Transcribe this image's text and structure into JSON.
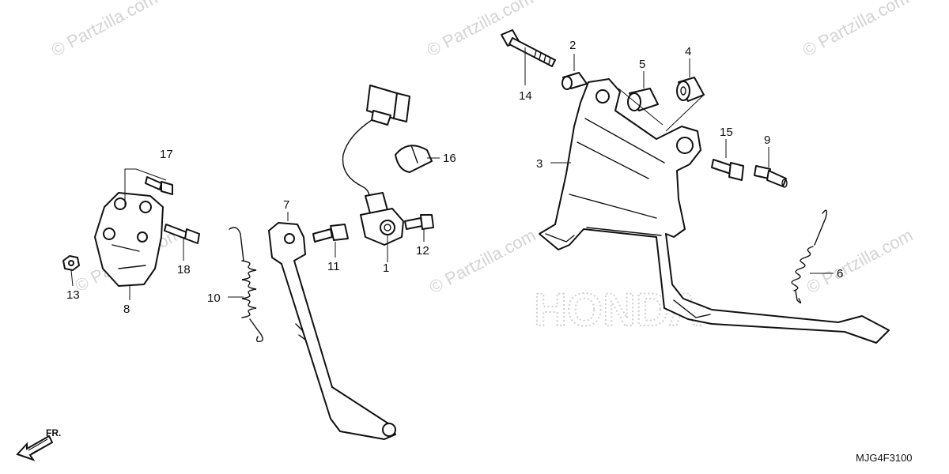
{
  "diagram_code": "MJG4F3100",
  "front_label": "FR.",
  "watermark": "© Partzilla.com",
  "brand_watermark": "HONDA",
  "callouts": [
    {
      "id": "c1",
      "label": "1"
    },
    {
      "id": "c2",
      "label": "2"
    },
    {
      "id": "c3",
      "label": "3"
    },
    {
      "id": "c4",
      "label": "4"
    },
    {
      "id": "c5",
      "label": "5"
    },
    {
      "id": "c6",
      "label": "6"
    },
    {
      "id": "c7",
      "label": "7"
    },
    {
      "id": "c8",
      "label": "8"
    },
    {
      "id": "c9",
      "label": "9"
    },
    {
      "id": "c10",
      "label": "10"
    },
    {
      "id": "c11",
      "label": "11"
    },
    {
      "id": "c12",
      "label": "12"
    },
    {
      "id": "c13",
      "label": "13"
    },
    {
      "id": "c14",
      "label": "14"
    },
    {
      "id": "c15",
      "label": "15"
    },
    {
      "id": "c16",
      "label": "16"
    },
    {
      "id": "c17",
      "label": "17"
    },
    {
      "id": "c18",
      "label": "18"
    }
  ],
  "colors": {
    "ink": "#111111",
    "watermark": "#d4d4d4",
    "background": "#ffffff"
  }
}
